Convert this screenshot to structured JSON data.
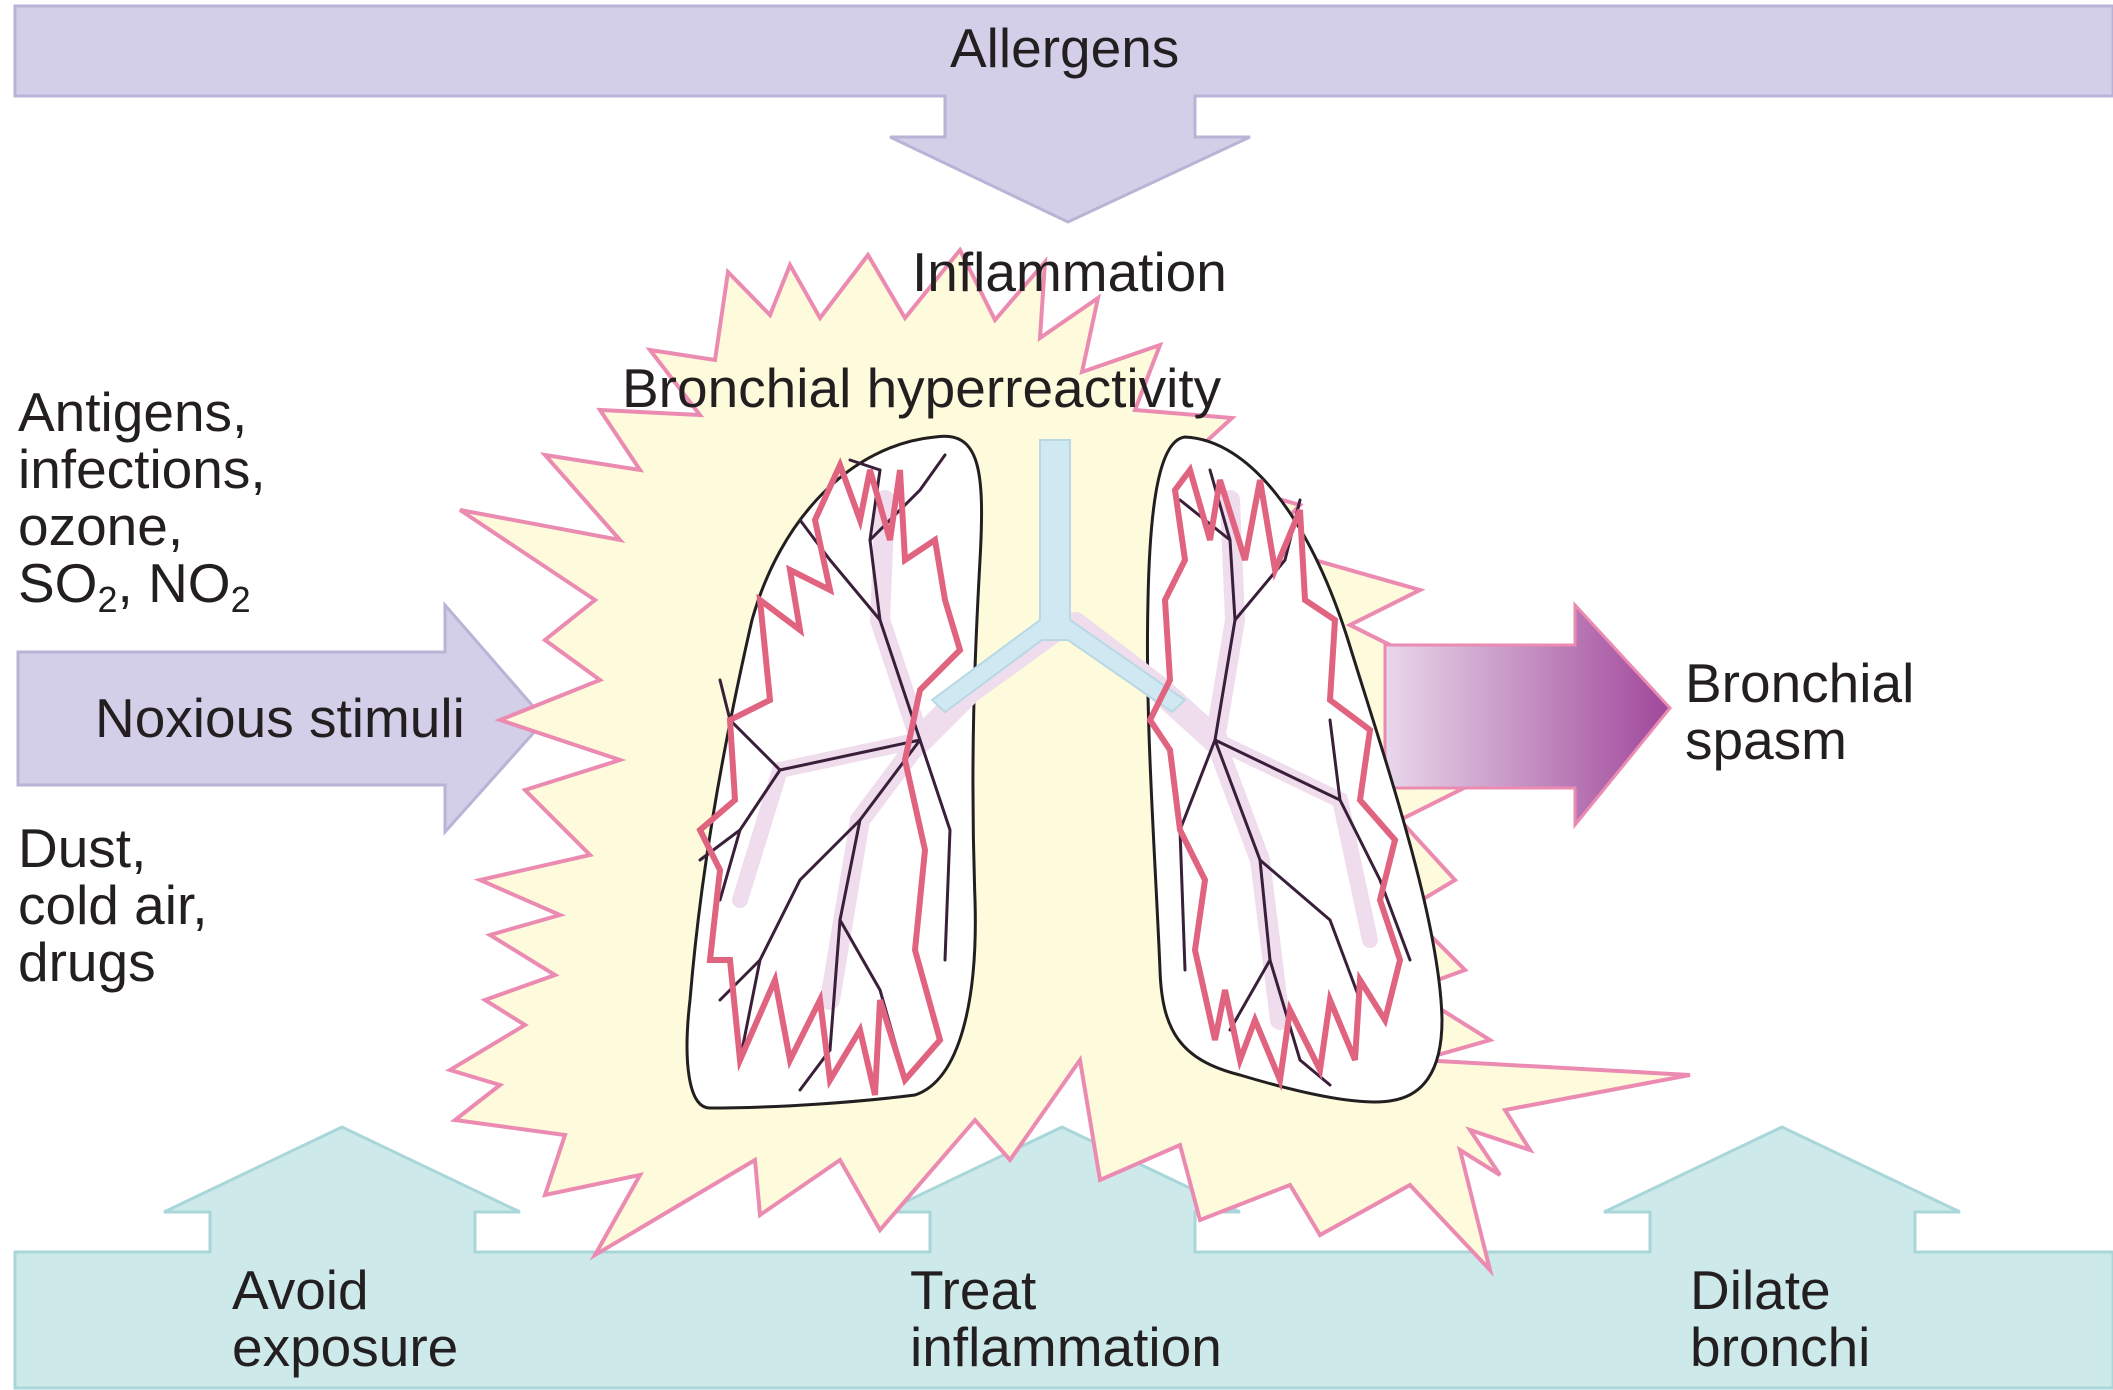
{
  "colors": {
    "lavender": "#d3cfe8",
    "lavender_stroke": "#b9b3d6",
    "teal": "#cde9ea",
    "teal_stroke": "#a9d6d8",
    "burst_fill": "#fdfbdb",
    "burst_stroke": "#ec8bb2",
    "inflamed_line": "#e0637f",
    "spasm_start": "#e8d8ea",
    "spasm_end": "#a0479a",
    "trachea": "#cfe8f2",
    "bronchi": "#efdcec",
    "text": "#231f20"
  },
  "top_banner": {
    "label": "Allergens"
  },
  "center": {
    "inflammation": "Inflammation",
    "hyperreactivity": "Bronchial hyperreactivity"
  },
  "left": {
    "triggers_top": [
      "Antigens,",
      "infections,",
      "ozone,"
    ],
    "so2": "SO",
    "no2": "NO",
    "subscript": "2",
    "stimuli_arrow": "Noxious stimuli",
    "triggers_bottom": [
      "Dust,",
      "cold air,",
      "drugs"
    ]
  },
  "right": {
    "outcome": [
      "Bronchial",
      "spasm"
    ]
  },
  "bottom_banner": {
    "avoid": [
      "Avoid",
      "exposure"
    ],
    "treat": [
      "Treat",
      "inflammation"
    ],
    "dilate": [
      "Dilate",
      "bronchi"
    ]
  },
  "icons": [
    "lungs-icon",
    "trachea-icon",
    "inflammation-burst-icon"
  ]
}
